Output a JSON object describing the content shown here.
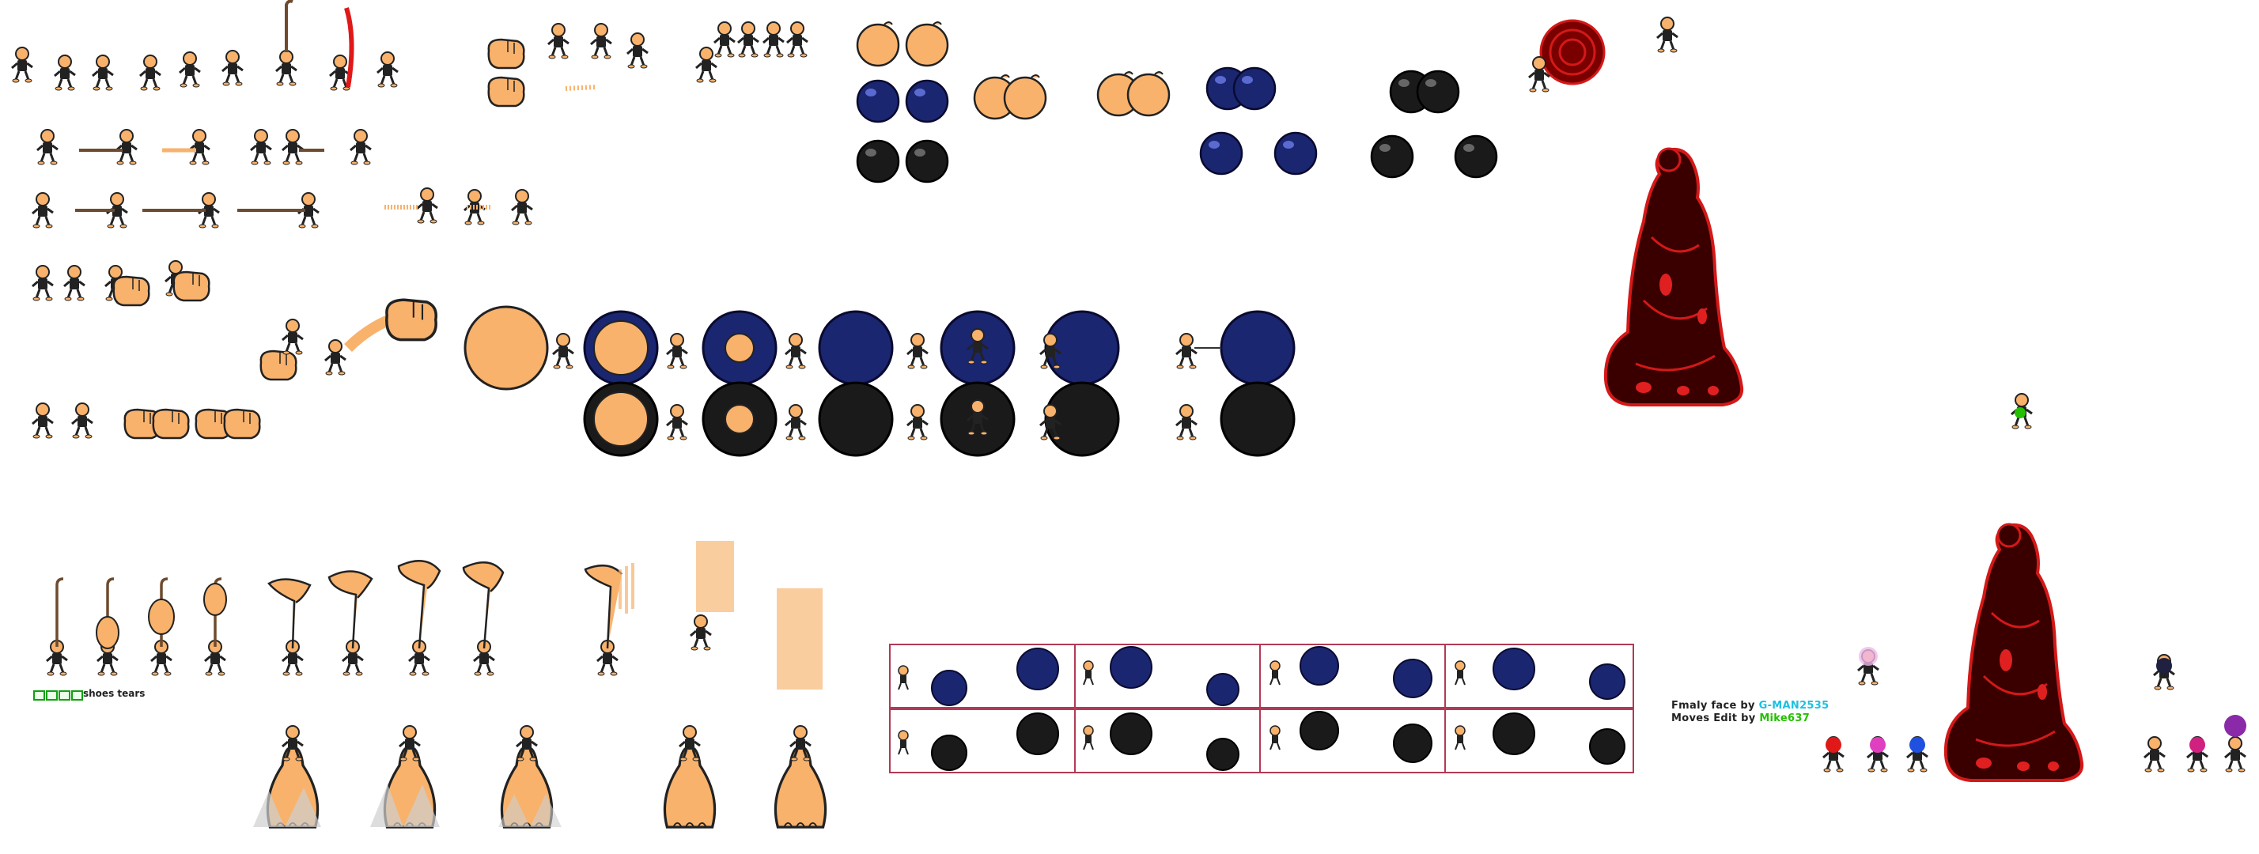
{
  "credits": {
    "line1_prefix": "Fmaly face by",
    "line1_name": "G-MAN2535",
    "line2_prefix": "Moves Edit by",
    "line2_name": "Mike637"
  },
  "labels": {
    "shoes_tears": "shoes tears"
  },
  "colors": {
    "skin": "#f8b26c",
    "navy": "#1a2670",
    "black": "#1a1a1a",
    "giant_red": "#d41818",
    "giant_dark": "#3a0000",
    "panel_border": "#b23a55",
    "credit_cyan": "#1ec0e0",
    "credit_green": "#22c000"
  },
  "icons": {
    "fighter": "bald-fighter-sprite",
    "balloon": "inflated-body-sprite",
    "fist": "giant-fist-sprite",
    "giant": "giant-red-body-sprite",
    "vortex": "red-vortex-sprite"
  }
}
